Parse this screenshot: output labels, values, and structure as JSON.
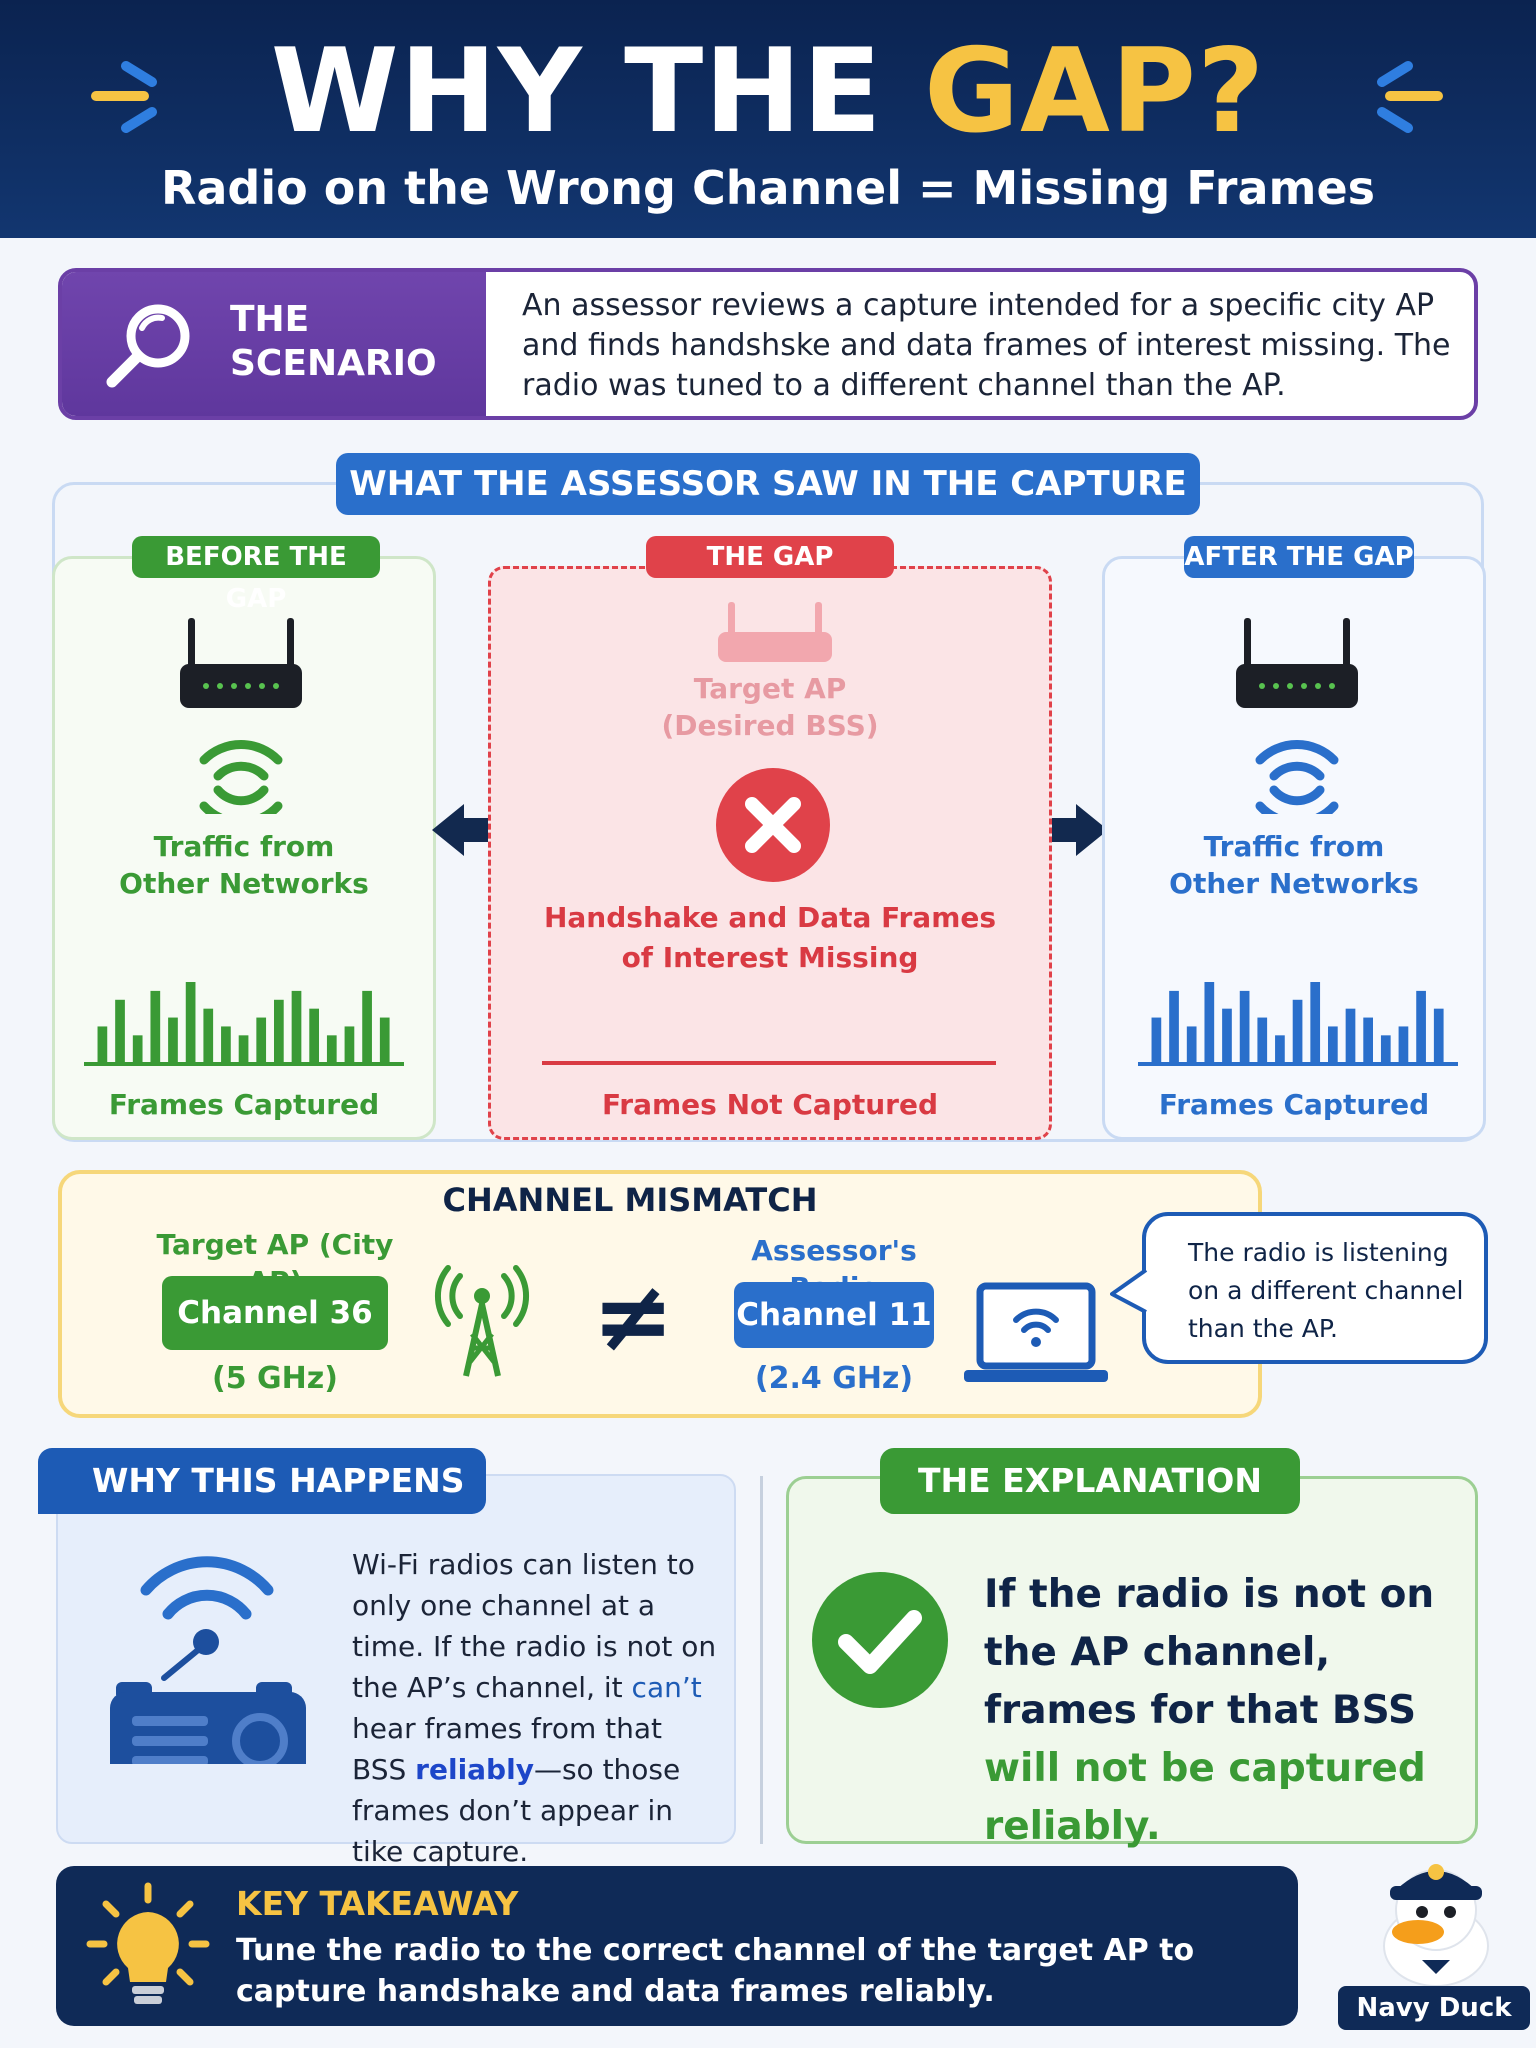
{
  "header": {
    "title_lead": "WHY THE ",
    "title_accent": "GAP?",
    "subtitle": "Radio on the Wrong Channel = Missing Frames"
  },
  "scenario": {
    "label_line1": "THE",
    "label_line2": "SCENARIO",
    "text": "An assessor reviews a capture intended for a specific city AP and finds handshske and data frames of interest missing. The radio was tuned to a different channel than the AP."
  },
  "capture": {
    "banner": "WHAT THE ASSESSOR SAW IN THE CAPTURE",
    "before": {
      "pill": "BEFORE THE GAP",
      "line1": "Traffic from",
      "line2": "Other Networks",
      "footer": "Frames Captured",
      "bars": [
        4,
        7,
        3,
        8,
        5,
        9,
        6,
        4,
        3,
        5,
        7,
        8,
        6,
        3,
        4,
        8,
        5
      ],
      "color": "#3a9a35"
    },
    "gap": {
      "pill": "THE GAP",
      "ap_line1": "Target AP",
      "ap_line2": "(Desired BSS)",
      "missing_line1": "Handshake and Data Frames",
      "missing_line2": "of Interest Missing",
      "footer": "Frames Not Captured",
      "color": "#e0424a"
    },
    "after": {
      "pill": "AFTER THE GAP",
      "line1": "Traffic from",
      "line2": "Other Networks",
      "footer": "Frames Captured",
      "bars": [
        5,
        8,
        4,
        9,
        6,
        8,
        5,
        3,
        7,
        9,
        4,
        6,
        5,
        3,
        4,
        8,
        6
      ],
      "color": "#2a6fcb"
    }
  },
  "mismatch": {
    "title": "CHANNEL MISMATCH",
    "target_label": "Target AP (City AP)",
    "target_channel": "Channel 36",
    "target_band": "(5 GHz)",
    "not_equal": "≠",
    "radio_label": "Assessor's Radio",
    "radio_channel": "Channel 11",
    "radio_band": "(2.4 GHz)",
    "bubble": "The radio is listening on a different channel than the AP."
  },
  "why": {
    "banner": "WHY THIS HAPPENS",
    "text_a": "Wi-Fi radios can listen to only one channel at a time. If the radio is not on the AP’s channel, it ",
    "text_cant": "can’t",
    "text_b": " hear frames from that BSS ",
    "text_reliably": "reliably",
    "text_c": "—so those frames don’t appear in tike capture."
  },
  "explanation": {
    "banner": "THE EXPLANATION",
    "text_a": "If the radio is not on the AP channel, frames for that BSS ",
    "text_b": "will not be captured reliably."
  },
  "takeaway": {
    "title": "KEY TAKEAWAY",
    "text": "Tune the radio to the correct channel of the target AP to capture handshake and data frames reliably."
  },
  "mascot": {
    "label": "Navy Duck"
  },
  "colors": {
    "navy": "#0f2a57",
    "accent_yellow": "#f6c343",
    "green": "#3a9a35",
    "blue": "#2a6fcb",
    "red": "#e0424a",
    "purple": "#6b3fa6"
  }
}
